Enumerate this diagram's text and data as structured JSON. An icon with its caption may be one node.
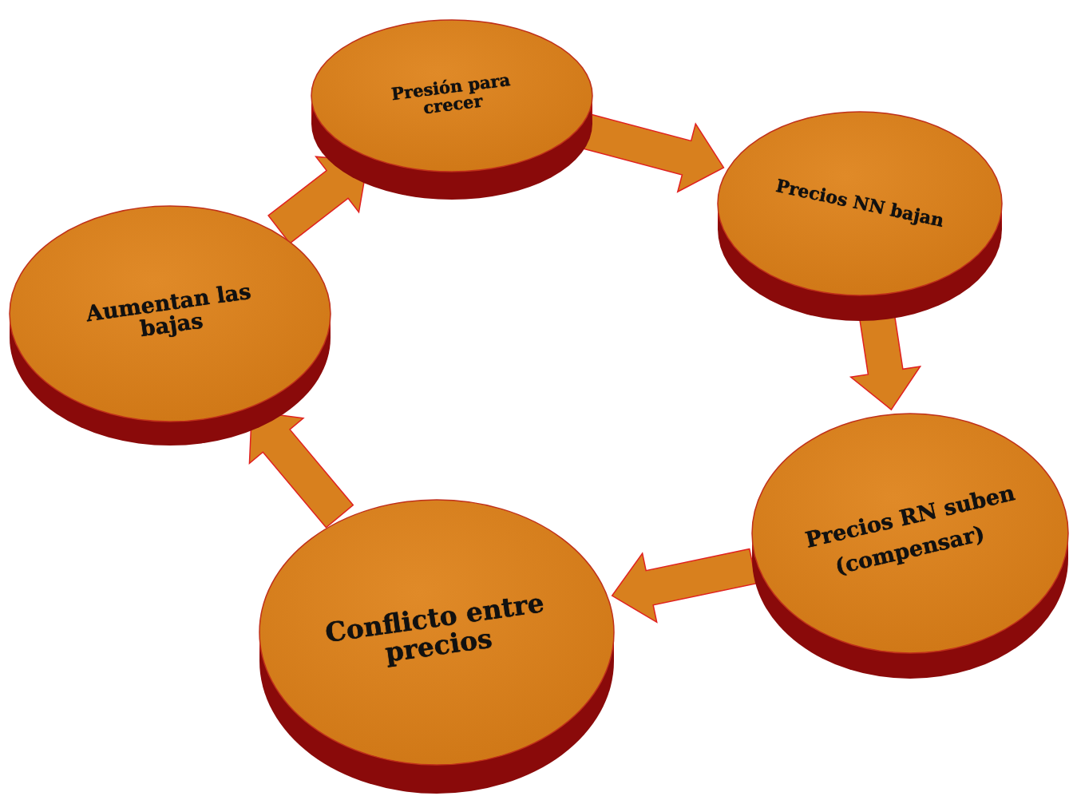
{
  "diagram": {
    "nodes": [
      {
        "text": [
          "Presión para crecer"
        ]
      },
      {
        "text": [
          "Precios NN bajan"
        ]
      },
      {
        "text": [
          "Precios RN suben",
          "(compensar)"
        ]
      },
      {
        "text": [
          "Conflicto entre precios"
        ]
      },
      {
        "text": [
          "Aumentan las bajas"
        ]
      }
    ],
    "edges": [
      {
        "from": 0,
        "to": 1,
        "arrow": "to"
      },
      {
        "from": 1,
        "to": 2,
        "arrow": "to"
      },
      {
        "from": 2,
        "to": 3,
        "arrow": "to"
      },
      {
        "from": 3,
        "to": 4,
        "arrow": "to"
      },
      {
        "from": 4,
        "to": 0,
        "arrow": "to"
      }
    ]
  }
}
